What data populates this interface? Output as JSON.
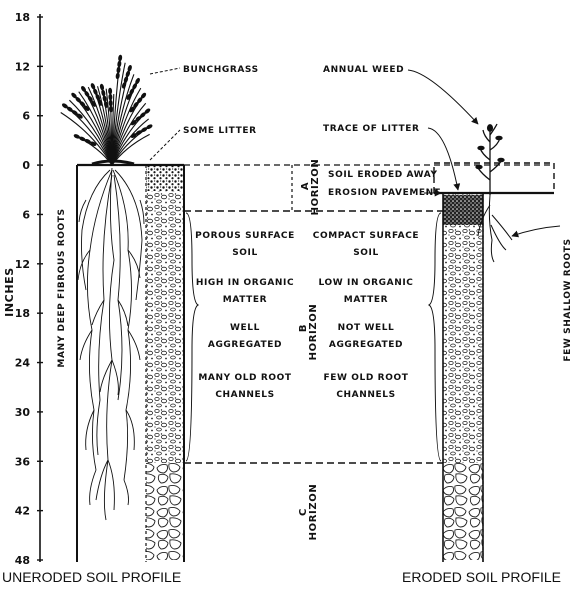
{
  "axis": {
    "label": "INCHES",
    "ticks": [
      "18",
      "12",
      "6",
      "0",
      "6",
      "12",
      "18",
      "24",
      "30",
      "36",
      "42",
      "48"
    ]
  },
  "uneroded": {
    "caption": "UNERODED SOIL PROFILE",
    "plant_label": "BUNCHGRASS",
    "litter_label": "SOME LITTER",
    "roots_label": "MANY DEEP FIBROUS ROOTS",
    "features": [
      {
        "line1": "POROUS SURFACE",
        "line2": "SOIL"
      },
      {
        "line1": "HIGH IN ORGANIC",
        "line2": "MATTER"
      },
      {
        "line1": "WELL",
        "line2": "AGGREGATED"
      },
      {
        "line1": "MANY OLD ROOT",
        "line2": "CHANNELS"
      }
    ]
  },
  "eroded": {
    "caption": "ERODED SOIL PROFILE",
    "plant_label": "ANNUAL WEED",
    "litter_label": "TRACE OF LITTER",
    "eroded_label": "SOIL ERODED AWAY",
    "pavement_label": "EROSION PAVEMENT",
    "roots_label": "FEW SHALLOW ROOTS",
    "features": [
      {
        "line1": "COMPACT SURFACE",
        "line2": "SOIL"
      },
      {
        "line1": "LOW IN ORGANIC",
        "line2": "MATTER"
      },
      {
        "line1": "NOT WELL",
        "line2": "AGGREGATED"
      },
      {
        "line1": "FEW OLD ROOT",
        "line2": "CHANNELS"
      }
    ]
  },
  "horizons": {
    "a": {
      "letter": "A",
      "word": "HORIZON"
    },
    "b": {
      "letter": "B",
      "word": "HORIZON"
    },
    "c": {
      "letter": "C",
      "word": "HORIZON"
    }
  }
}
